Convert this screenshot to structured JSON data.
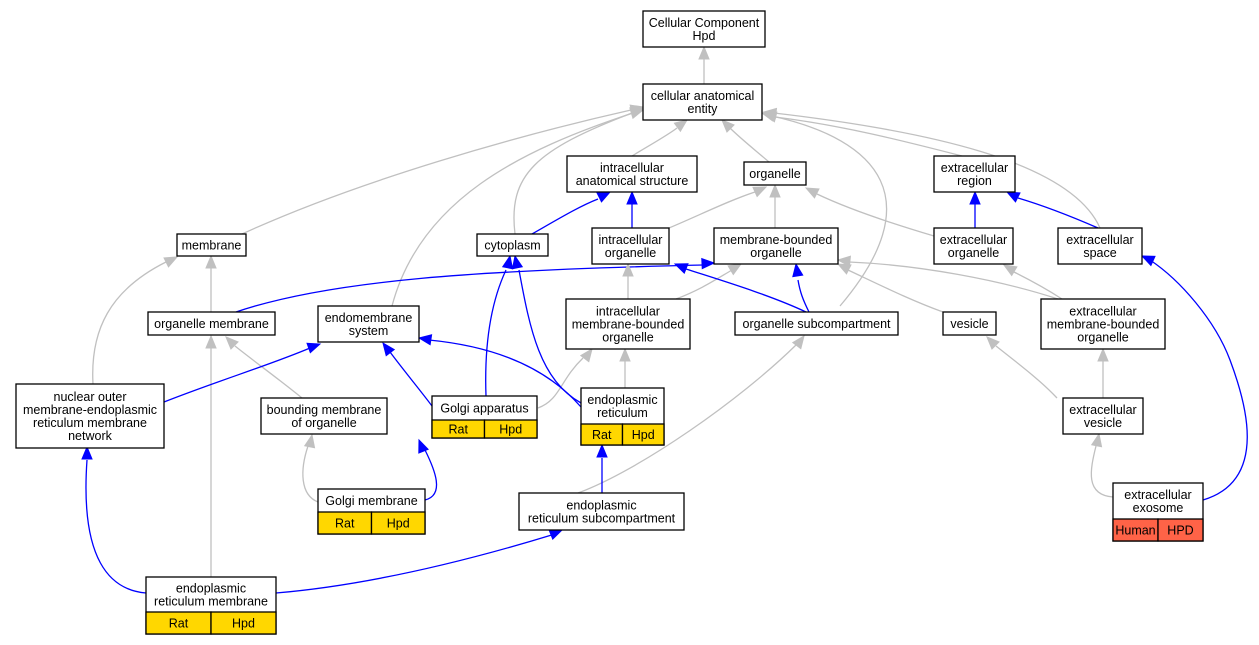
{
  "colors": {
    "gray_edge": "#c0c0c0",
    "blue_edge": "#0000ff",
    "annotation_rat": "#ffd700",
    "annotation_human": "#ff6347",
    "node_fill": "#ffffff",
    "node_border": "#000000"
  },
  "nodes": {
    "root": {
      "lines": [
        "Cellular Component",
        "Hpd"
      ]
    },
    "cae": {
      "lines": [
        "cellular anatomical",
        "entity"
      ]
    },
    "ias": {
      "lines": [
        "intracellular",
        "anatomical structure"
      ]
    },
    "organelle": {
      "lines": [
        "organelle"
      ]
    },
    "ecr": {
      "lines": [
        "extracellular",
        "region"
      ]
    },
    "membrane": {
      "lines": [
        "membrane"
      ]
    },
    "cytoplasm": {
      "lines": [
        "cytoplasm"
      ]
    },
    "io": {
      "lines": [
        "intracellular",
        "organelle"
      ]
    },
    "mbo": {
      "lines": [
        "membrane-bounded",
        "organelle"
      ]
    },
    "eco": {
      "lines": [
        "extracellular",
        "organelle"
      ]
    },
    "ecs": {
      "lines": [
        "extracellular",
        "space"
      ]
    },
    "om": {
      "lines": [
        "organelle membrane"
      ]
    },
    "ems": {
      "lines": [
        "endomembrane",
        "system"
      ]
    },
    "imbo": {
      "lines": [
        "intracellular",
        "membrane-bounded",
        "organelle"
      ]
    },
    "osc": {
      "lines": [
        "organelle subcompartment"
      ]
    },
    "vesicle": {
      "lines": [
        "vesicle"
      ]
    },
    "embo": {
      "lines": [
        "extracellular",
        "membrane-bounded",
        "organelle"
      ]
    },
    "nom": {
      "lines": [
        "nuclear outer",
        "membrane-endoplasmic",
        "reticulum membrane",
        "network"
      ]
    },
    "bmo": {
      "lines": [
        "bounding membrane",
        "of organelle"
      ]
    },
    "ga": {
      "lines": [
        "Golgi apparatus"
      ],
      "annotations": [
        "Rat",
        "Hpd"
      ]
    },
    "er": {
      "lines": [
        "endoplasmic",
        "reticulum"
      ],
      "annotations": [
        "Rat",
        "Hpd"
      ]
    },
    "ecv": {
      "lines": [
        "extracellular",
        "vesicle"
      ]
    },
    "gm": {
      "lines": [
        "Golgi membrane"
      ],
      "annotations": [
        "Rat",
        "Hpd"
      ]
    },
    "ersc": {
      "lines": [
        "endoplasmic",
        "reticulum subcompartment"
      ]
    },
    "exo": {
      "lines": [
        "extracellular",
        "exosome"
      ],
      "annotations": [
        "Human",
        "HPD"
      ]
    },
    "erm": {
      "lines": [
        "endoplasmic",
        "reticulum membrane"
      ],
      "annotations": [
        "Rat",
        "Hpd"
      ]
    }
  }
}
